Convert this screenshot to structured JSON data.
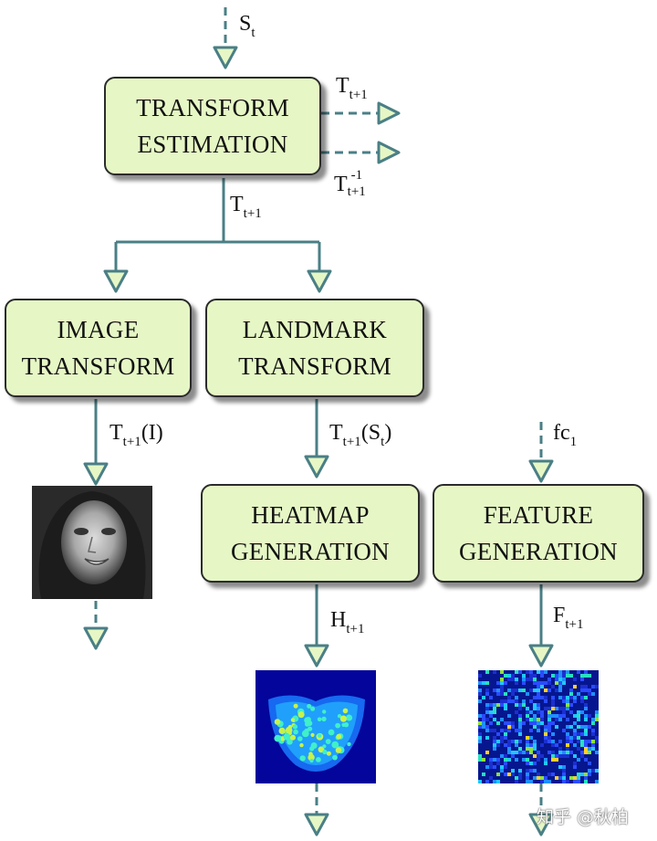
{
  "boxes": {
    "transform_estimation": [
      "TRANSFORM",
      "ESTIMATION"
    ],
    "image_transform": [
      "IMAGE",
      "TRANSFORM"
    ],
    "landmark_transform": [
      "LANDMARK",
      "TRANSFORM"
    ],
    "heatmap_generation": [
      "HEATMAP",
      "GENERATION"
    ],
    "feature_generation": [
      "FEATURE",
      "GENERATION"
    ]
  },
  "labels": {
    "s_t": {
      "base": "S",
      "sub": "t"
    },
    "t_out": {
      "base": "T",
      "sub": "t+1"
    },
    "t_inv_out": {
      "base": "T",
      "sub": "t+1",
      "sup": "-1"
    },
    "t_down": {
      "base": "T",
      "sub": "t+1"
    },
    "t_image": {
      "base": "T",
      "sub": "t+1",
      "suffix": "(I)"
    },
    "t_landmark": {
      "base": "T",
      "sub": "t+1",
      "suffix": "(S",
      "suffix_sub": "t",
      "suffix_end": ")"
    },
    "fc": {
      "base": "fc",
      "sub": "1"
    },
    "h": {
      "base": "H",
      "sub": "t+1"
    },
    "f": {
      "base": "F",
      "sub": "t+1"
    }
  },
  "watermark": "知乎 @秋柏",
  "colors": {
    "box_fill": "#e6f7c5",
    "box_border": "#2b2b2b",
    "wire": "#4a7f86",
    "arrow_fill": "#e6f7c5",
    "heatmap_bg": "#04059a",
    "feature_bg": "#06168f"
  },
  "icons": [
    "face-image",
    "heatmap-image",
    "feature-map-image"
  ]
}
